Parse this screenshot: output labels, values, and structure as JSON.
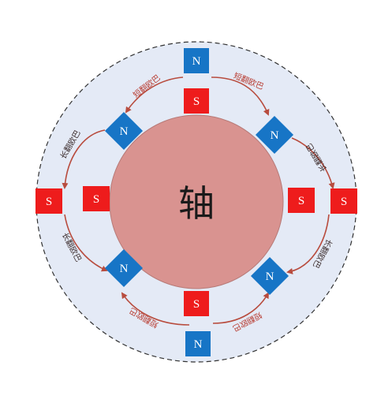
{
  "colors": {
    "ring_fill": "#e4eaf6",
    "ring_border": "#333333",
    "axis_fill": "#d99390",
    "axis_border": "#b77a77",
    "n_pole": "#1775c6",
    "s_pole": "#ee1c1c",
    "arrow": "#b84c3e",
    "arc_text_red": "#b83a2f",
    "arc_text_dark": "#3a2a2a"
  },
  "axis_label": "轴",
  "magnets": [
    {
      "id": "top-outer",
      "pole": "N"
    },
    {
      "id": "top-inner",
      "pole": "S"
    },
    {
      "id": "left-outer",
      "pole": "S"
    },
    {
      "id": "left-inner",
      "pole": "S"
    },
    {
      "id": "right-inner",
      "pole": "S"
    },
    {
      "id": "right-outer",
      "pole": "S"
    },
    {
      "id": "bottom-inner",
      "pole": "S"
    },
    {
      "id": "bottom-outer",
      "pole": "N"
    },
    {
      "id": "upper-left-diag",
      "pole": "N"
    },
    {
      "id": "upper-right-diag",
      "pole": "N"
    },
    {
      "id": "lower-left-diag",
      "pole": "N"
    },
    {
      "id": "lower-right-diag",
      "pole": "N"
    }
  ],
  "path_labels": {
    "top_left": "短翻欧巴",
    "top_right": "短翻欧巴",
    "left_upper": "长翻欧巴",
    "left_lower": "长翻欧巴",
    "right_upper": "长翻欧巴",
    "right_lower": "长翻欧巴",
    "bottom_left": "短翻欧巴",
    "bottom_right": "短翻欧巴"
  }
}
